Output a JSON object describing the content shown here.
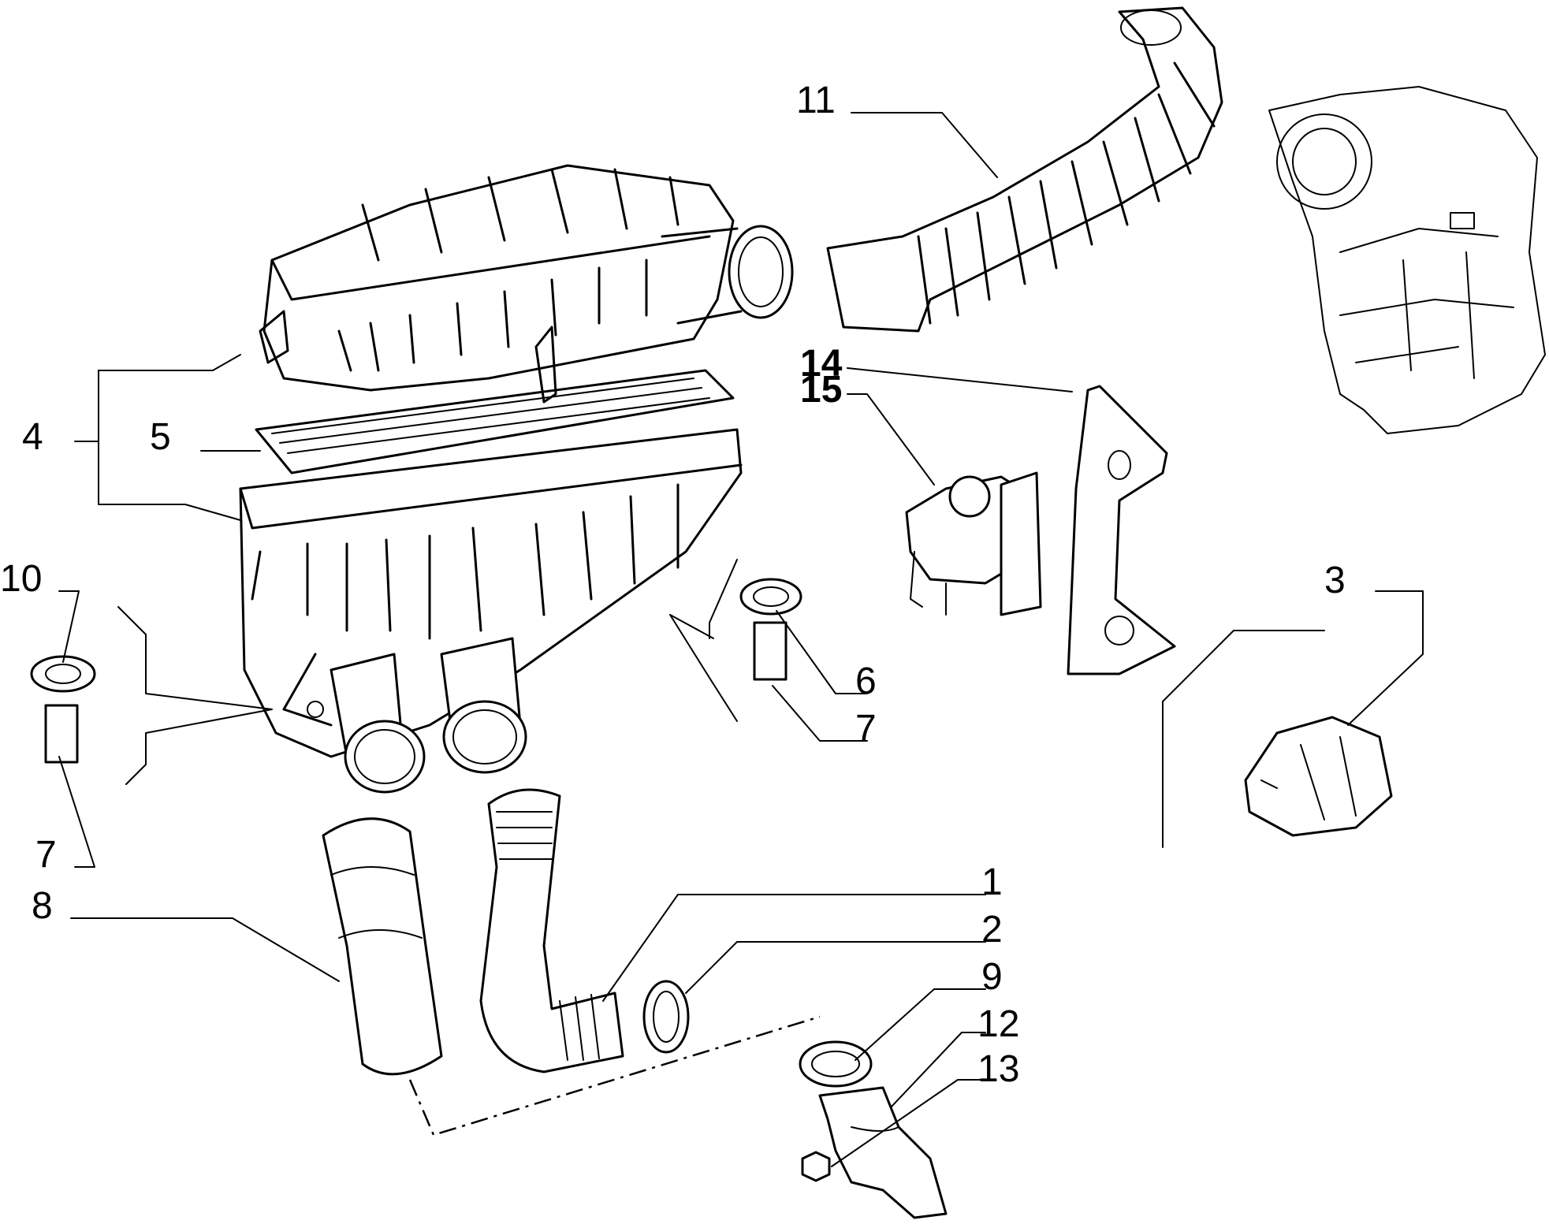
{
  "diagram": {
    "callouts": [
      {
        "id": "c1",
        "label": "1"
      },
      {
        "id": "c2",
        "label": "2"
      },
      {
        "id": "c3",
        "label": "3"
      },
      {
        "id": "c4",
        "label": "4"
      },
      {
        "id": "c5",
        "label": "5"
      },
      {
        "id": "c6",
        "label": "6"
      },
      {
        "id": "c7a",
        "label": "7"
      },
      {
        "id": "c7b",
        "label": "7"
      },
      {
        "id": "c8",
        "label": "8"
      },
      {
        "id": "c9",
        "label": "9"
      },
      {
        "id": "c10",
        "label": "10"
      },
      {
        "id": "c11",
        "label": "11"
      },
      {
        "id": "c12",
        "label": "12"
      },
      {
        "id": "c13",
        "label": "13"
      },
      {
        "id": "c14",
        "label": "14"
      },
      {
        "id": "c15",
        "label": "15"
      }
    ],
    "colors": {
      "line": "#000000",
      "background": "#ffffff"
    }
  }
}
